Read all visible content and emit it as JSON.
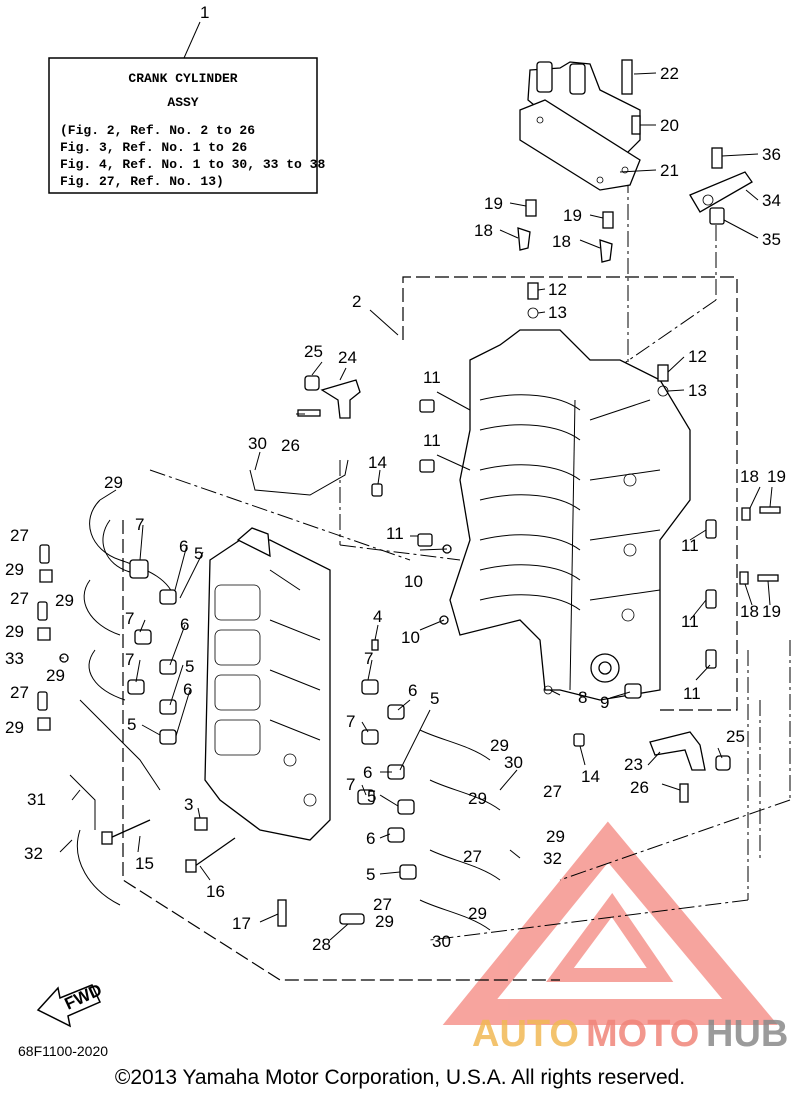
{
  "assembly_box": {
    "title_line1": "CRANK CYLINDER",
    "title_line2": "ASSY",
    "refs": [
      "(Fig. 2, Ref. No. 2 to 26",
      " Fig. 3, Ref. No. 1 to 26",
      " Fig. 4, Ref. No. 1 to 30, 33 to 38",
      " Fig. 27, Ref. No. 13)"
    ]
  },
  "callouts": [
    "1",
    "2",
    "3",
    "4",
    "5",
    "6",
    "7",
    "8",
    "9",
    "10",
    "11",
    "12",
    "13",
    "14",
    "15",
    "16",
    "17",
    "18",
    "19",
    "20",
    "21",
    "22",
    "23",
    "24",
    "25",
    "26",
    "27",
    "28",
    "29",
    "30",
    "31",
    "32",
    "33",
    "34",
    "35",
    "36"
  ],
  "fwd_label": "FWD",
  "diagram_code": "68F1100-2020",
  "copyright": "©2013 Yamaha Motor Corporation, U.S.A. All rights reserved.",
  "watermark": {
    "text_a": "AUTO",
    "text_b": "MOTO",
    "text_c": "HUB",
    "color_a": "#f2b955",
    "color_b": "#f0857a",
    "color_c": "#8a8a8a",
    "triangle_color": "#f05a4f"
  }
}
